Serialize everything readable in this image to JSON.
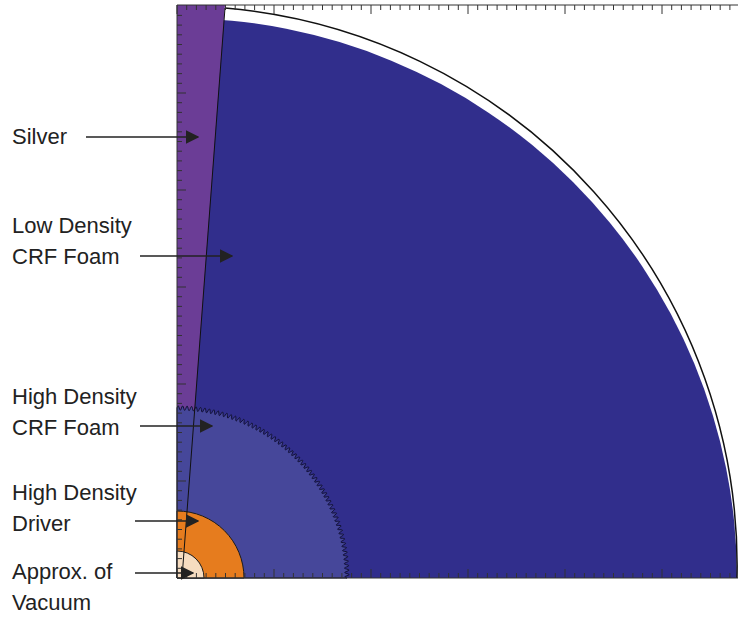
{
  "diagram": {
    "labels": [
      "Silver",
      "Low Density CRF Foam",
      "High Density CRF Foam",
      "High Density Driver",
      "Approx. of Vacuum"
    ]
  }
}
